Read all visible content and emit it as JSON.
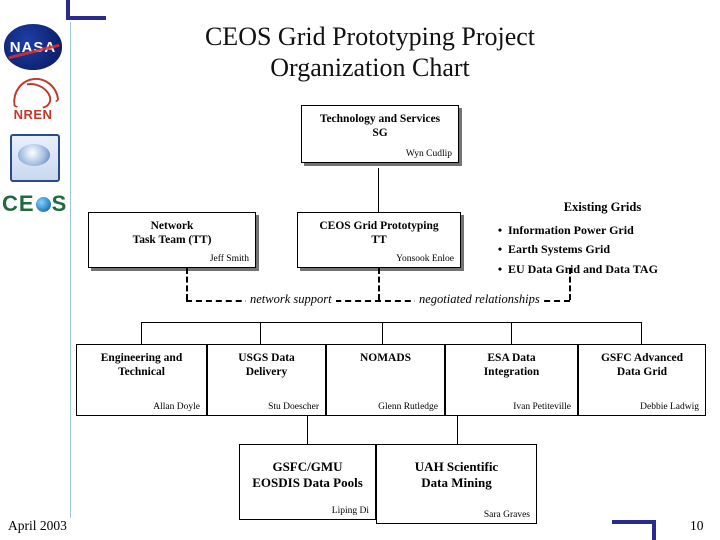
{
  "title": {
    "line1": "CEOS Grid Prototyping Project",
    "line2": "Organization Chart"
  },
  "logos": {
    "nasa": "NASA",
    "nren": "NREN",
    "ceos_left": "CE",
    "ceos_right": "S"
  },
  "boxes": {
    "tech_services_sg": {
      "title_line1": "Technology and Services",
      "title_line2": "SG",
      "name": "Wyn Cudlip"
    },
    "network_tt": {
      "title_line1": "Network",
      "title_line2": "Task Team (TT)",
      "name": "Jeff Smith"
    },
    "ceos_grid_tt": {
      "title_line1": "CEOS Grid Prototyping",
      "title_line2": "TT",
      "name": "Yonsook Enloe"
    },
    "engineering": {
      "title_line1": "Engineering and",
      "title_line2": "Technical",
      "name": "Allan Doyle"
    },
    "usgs": {
      "title_line1": "USGS Data",
      "title_line2": "Delivery",
      "name": "Stu Doescher"
    },
    "nomads": {
      "title_line1": "NOMADS",
      "title_line2": "",
      "name": "Glenn Rutledge"
    },
    "esa": {
      "title_line1": "ESA Data",
      "title_line2": "Integration",
      "name": "Ivan  Petiteville"
    },
    "gsfc_advanced": {
      "title_line1": "GSFC Advanced",
      "title_line2": "Data Grid",
      "name": "Debbie Ladwig"
    },
    "eosdis": {
      "title_line1": "GSFC/GMU",
      "title_line2": "EOSDIS Data Pools",
      "name": "Liping Di"
    },
    "uah": {
      "title_line1": "UAH Scientific",
      "title_line2": "Data Mining",
      "name": "Sara Graves"
    }
  },
  "existing_grids": {
    "heading": "Existing Grids",
    "bullet": "•",
    "items": [
      "Information Power Grid",
      "Earth Systems Grid",
      "EU Data Grid and Data TAG"
    ]
  },
  "dashed_labels": {
    "network_support": "network support",
    "negotiated_relationships": "negotiated relationships"
  },
  "footer": {
    "date": "April 2003",
    "page": "10"
  },
  "colors": {
    "accent_bar": "#2b2b8f",
    "rule": "#9ec7d8",
    "ceos_green": "#1f6b3f",
    "nren_red": "#c0392b"
  }
}
